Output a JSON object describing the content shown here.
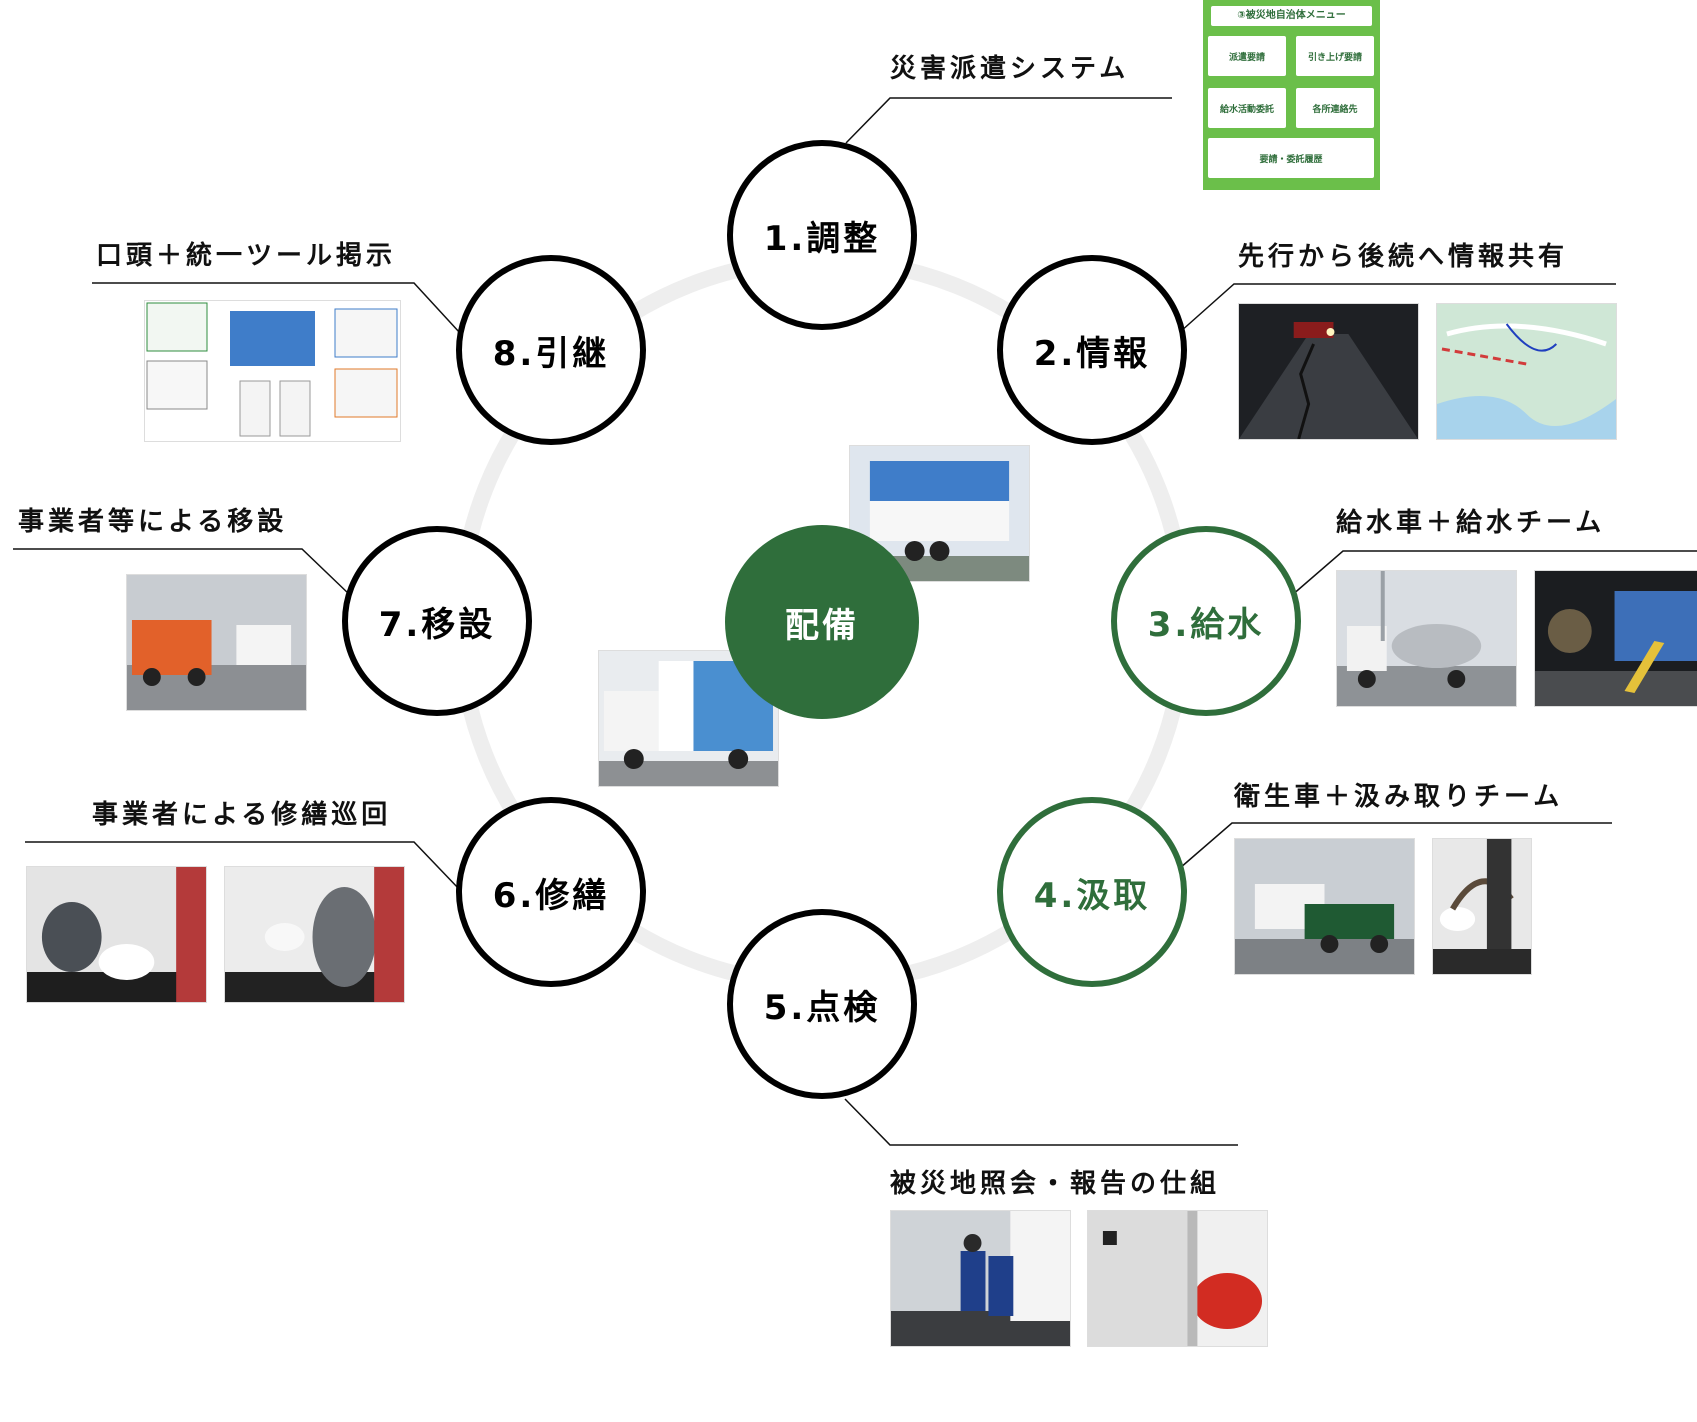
{
  "center": {
    "label": "配備"
  },
  "nodes": [
    {
      "id": "adjust",
      "label": "1.調整",
      "caption": "災害派遣システム"
    },
    {
      "id": "info",
      "label": "2.情報",
      "caption": "先行から後続へ情報共有"
    },
    {
      "id": "water",
      "label": "3.給水",
      "caption": "給水車＋給水チーム"
    },
    {
      "id": "pump",
      "label": "4.汲取",
      "caption": "衛生車＋汲み取りチーム"
    },
    {
      "id": "inspect",
      "label": "5.点検",
      "caption": "被災地照会・報告の仕組"
    },
    {
      "id": "repair",
      "label": "6.修繕",
      "caption": "事業者による修繕巡回"
    },
    {
      "id": "move",
      "label": "7.移設",
      "caption": "事業者等による移設"
    },
    {
      "id": "handover",
      "label": "8.引継",
      "caption": "口頭＋統一ツール掲示"
    }
  ],
  "menu_card": {
    "title": "③被災地自治体メニュー",
    "buttons": [
      "派遣要請",
      "引き上げ要請",
      "給水活動委託",
      "各所連絡先",
      "要請・委託履歴"
    ]
  },
  "colors": {
    "accent_green": "#2f6e3b",
    "ring": "#eeeeee",
    "line": "#111111",
    "menu_green": "#6bbf4a"
  },
  "photos": [
    {
      "name": "photo-night-road-crack"
    },
    {
      "name": "photo-hand-drawn-map"
    },
    {
      "name": "photo-water-truck-day"
    },
    {
      "name": "photo-water-team-night"
    },
    {
      "name": "photo-trailer-and-truck"
    },
    {
      "name": "photo-pump-hose"
    },
    {
      "name": "photo-inspection-team"
    },
    {
      "name": "photo-inspection-toilet"
    },
    {
      "name": "photo-repair-toilet-1"
    },
    {
      "name": "photo-repair-toilet-2"
    },
    {
      "name": "photo-relocation-truck"
    },
    {
      "name": "photo-handover-documents"
    },
    {
      "name": "photo-toilet-trailer"
    },
    {
      "name": "photo-toilet-truck"
    }
  ]
}
